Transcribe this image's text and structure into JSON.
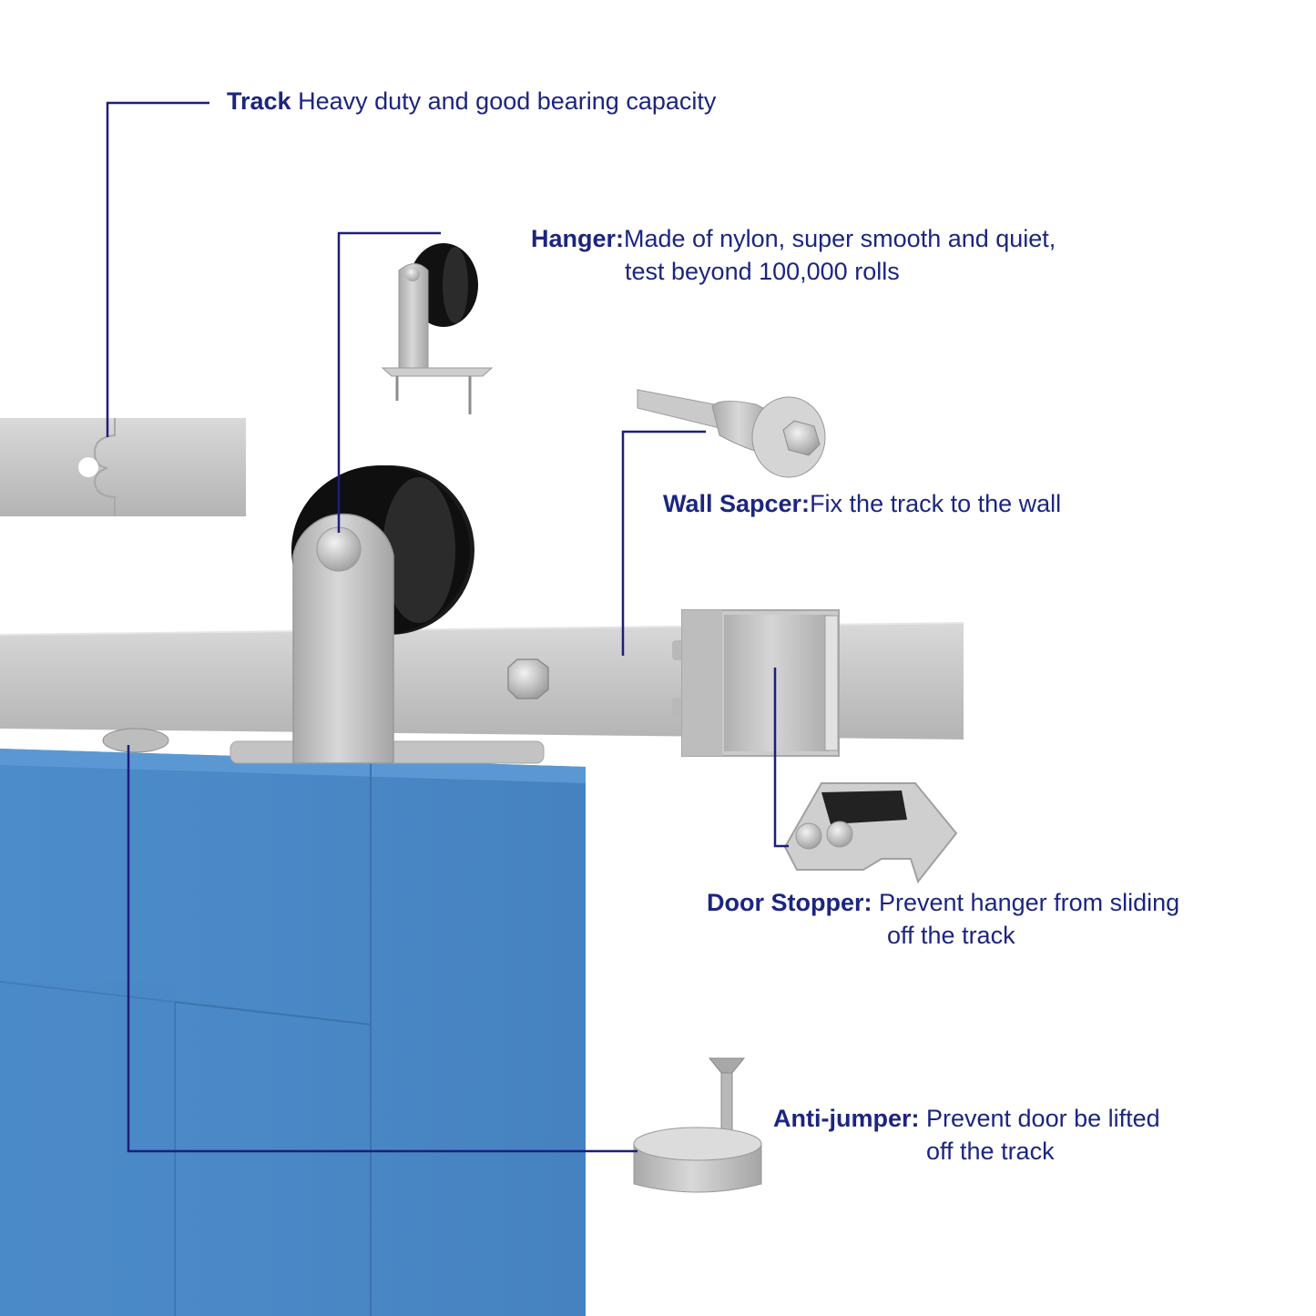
{
  "colors": {
    "leader_line": "#1c1f7a",
    "label_text": "#1c2580",
    "door_blue": "#4a88c8",
    "steel": "#c7c7c7",
    "wheel": "#141414"
  },
  "callouts": {
    "track": {
      "term": "Track",
      "text": " Heavy duty and good bearing capacity"
    },
    "hanger": {
      "term": "Hanger:",
      "text": "Made of nylon, super smooth and quiet,",
      "cont": "test beyond 100,000 rolls"
    },
    "wall_spacer": {
      "term": "Wall Sapcer:",
      "text": "Fix the track to the wall"
    },
    "door_stopper": {
      "term": "Door Stopper:",
      "text": " Prevent hanger from sliding",
      "cont": "off the track"
    },
    "anti_jumper": {
      "term": "Anti-jumper:",
      "text": " Prevent door be lifted",
      "cont": "off the track"
    }
  },
  "icons": [
    "track-piece-icon",
    "hanger-icon",
    "wall-spacer-icon",
    "door-stopper-icon",
    "anti-jumper-icon",
    "barn-door-icon"
  ]
}
